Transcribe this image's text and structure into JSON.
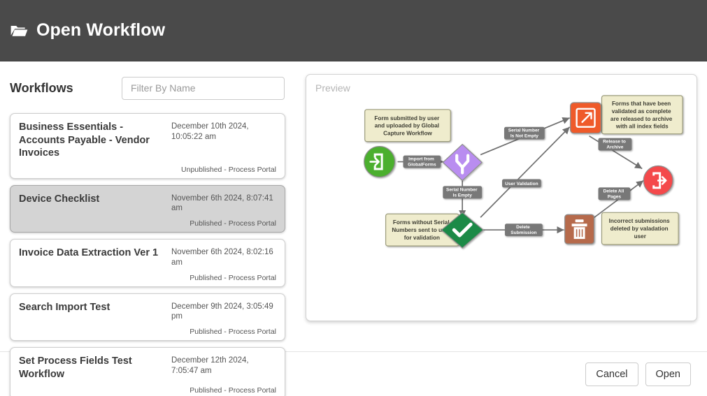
{
  "header": {
    "title": "Open Workflow",
    "icon": "folder-open-icon"
  },
  "left": {
    "heading": "Workflows",
    "filter": {
      "placeholder": "Filter By Name",
      "value": ""
    },
    "items": [
      {
        "name": "Business Essentials - Accounts Payable - Vendor Invoices",
        "date": "December 10th 2024, 10:05:22 am",
        "status": "Unpublished - Process Portal",
        "selected": false
      },
      {
        "name": "Device Checklist",
        "date": "November 6th 2024, 8:07:41 am",
        "status": "Published - Process Portal",
        "selected": true
      },
      {
        "name": "Invoice Data Extraction Ver 1",
        "date": "November 6th 2024, 8:02:16 am",
        "status": "Published - Process Portal",
        "selected": false
      },
      {
        "name": "Search Import Test",
        "date": "December 9th 2024, 3:05:49 pm",
        "status": "Published - Process Portal",
        "selected": false
      },
      {
        "name": "Set Process Fields Test Workflow",
        "date": "December 12th 2024, 7:05:47 am",
        "status": "Published - Process Portal",
        "selected": false
      }
    ]
  },
  "preview": {
    "label": "Preview",
    "diagram": {
      "notes": [
        {
          "id": "note-start",
          "text": "Form submitted by user and uploaded by Global Capture Workflow"
        },
        {
          "id": "note-archive",
          "text": "Forms that have been validated as complete are released to archive with all index fields"
        },
        {
          "id": "note-validation",
          "text": "Forms without Serial Numbers sent to user for validation"
        },
        {
          "id": "note-delete",
          "text": "Incorrect submissions deleted by valadation user"
        }
      ],
      "nodes": [
        {
          "id": "import-node",
          "icon": "import-door-icon",
          "shape": "circle",
          "color": "#4CAF2E"
        },
        {
          "id": "split-node",
          "icon": "branch-fork-icon",
          "shape": "diamond",
          "color": "#b98df0"
        },
        {
          "id": "validate-node",
          "icon": "check-icon",
          "shape": "diamond",
          "color": "#1f8a46"
        },
        {
          "id": "release-node",
          "icon": "release-archive-icon",
          "shape": "square",
          "color": "#ef5a2b"
        },
        {
          "id": "exit-node",
          "icon": "exit-door-icon",
          "shape": "circle",
          "color": "#f4494b"
        },
        {
          "id": "trash-node",
          "icon": "trash-icon",
          "shape": "square",
          "color": "#b66a4c"
        }
      ],
      "edges": [
        {
          "id": "edge-import",
          "label": "Import from GlobalForms"
        },
        {
          "id": "edge-serial-not-empty",
          "label": "Serial Number Is Not Empty"
        },
        {
          "id": "edge-serial-empty",
          "label": "Serial Number Is Empty"
        },
        {
          "id": "edge-user-validation",
          "label": "User Validation"
        },
        {
          "id": "edge-release-archive",
          "label": "Release to Archive"
        },
        {
          "id": "edge-delete-submission",
          "label": "Delete Submission"
        },
        {
          "id": "edge-delete-all-pages",
          "label": "Delete All Pages"
        }
      ]
    }
  },
  "footer": {
    "cancel_label": "Cancel",
    "open_label": "Open"
  }
}
